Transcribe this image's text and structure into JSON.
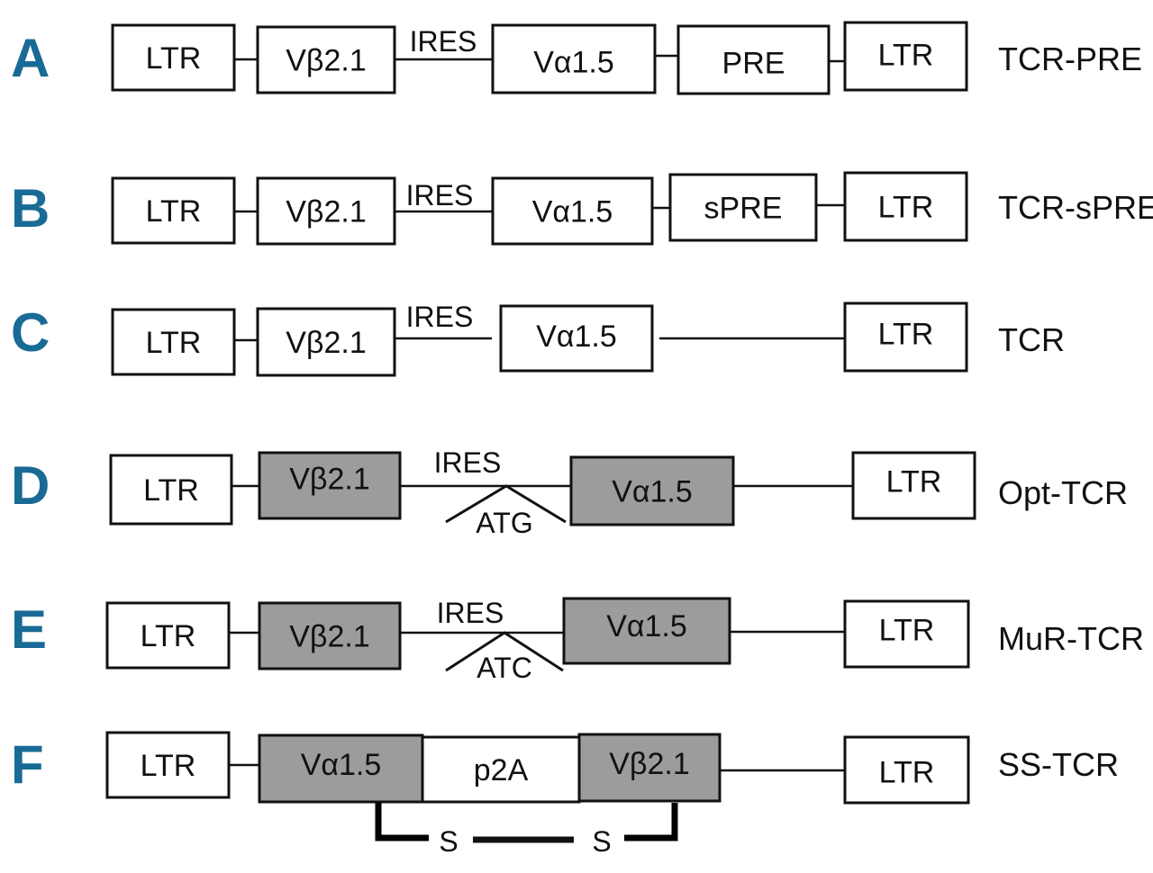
{
  "figure": {
    "letter_color": "#1a6a96",
    "shaded_fill": "#9c9c9c",
    "panels": [
      {
        "letter": "A",
        "construct": "TCR-PRE",
        "elements": [
          {
            "label": "LTR",
            "shaded": false
          },
          {
            "label": "Vβ2.1",
            "shaded": false
          },
          {
            "label": "Vα1.5",
            "shaded": false
          },
          {
            "label": "PRE",
            "shaded": false
          },
          {
            "label": "LTR",
            "shaded": false
          }
        ],
        "linker_label": "IRES"
      },
      {
        "letter": "B",
        "construct": "TCR-sPRE",
        "elements": [
          {
            "label": "LTR",
            "shaded": false
          },
          {
            "label": "Vβ2.1",
            "shaded": false
          },
          {
            "label": "Vα1.5",
            "shaded": false
          },
          {
            "label": "sPRE",
            "shaded": false
          },
          {
            "label": "LTR",
            "shaded": false
          }
        ],
        "linker_label": "IRES"
      },
      {
        "letter": "C",
        "construct": "TCR",
        "elements": [
          {
            "label": "LTR",
            "shaded": false
          },
          {
            "label": "Vβ2.1",
            "shaded": false
          },
          {
            "label": "Vα1.5",
            "shaded": false
          },
          {
            "label": "LTR",
            "shaded": false
          }
        ],
        "linker_label": "IRES"
      },
      {
        "letter": "D",
        "construct": "Opt-TCR",
        "elements": [
          {
            "label": "LTR",
            "shaded": false
          },
          {
            "label": "Vβ2.1",
            "shaded": true
          },
          {
            "label": "Vα1.5",
            "shaded": true
          },
          {
            "label": "LTR",
            "shaded": false
          }
        ],
        "linker_label": "IRES",
        "codon_label": "ATG"
      },
      {
        "letter": "E",
        "construct": "MuR-TCR",
        "elements": [
          {
            "label": "LTR",
            "shaded": false
          },
          {
            "label": "Vβ2.1",
            "shaded": true
          },
          {
            "label": "Vα1.5",
            "shaded": true
          },
          {
            "label": "LTR",
            "shaded": false
          }
        ],
        "linker_label": "IRES",
        "codon_label": "ATC"
      },
      {
        "letter": "F",
        "construct": "SS-TCR",
        "elements": [
          {
            "label": "LTR",
            "shaded": false
          },
          {
            "label": "Vα1.5",
            "shaded": true
          },
          {
            "label": "p2A",
            "shaded": false
          },
          {
            "label": "Vβ2.1",
            "shaded": true
          },
          {
            "label": "LTR",
            "shaded": false
          }
        ],
        "disulfide": {
          "left": "S",
          "right": "S"
        }
      }
    ]
  }
}
